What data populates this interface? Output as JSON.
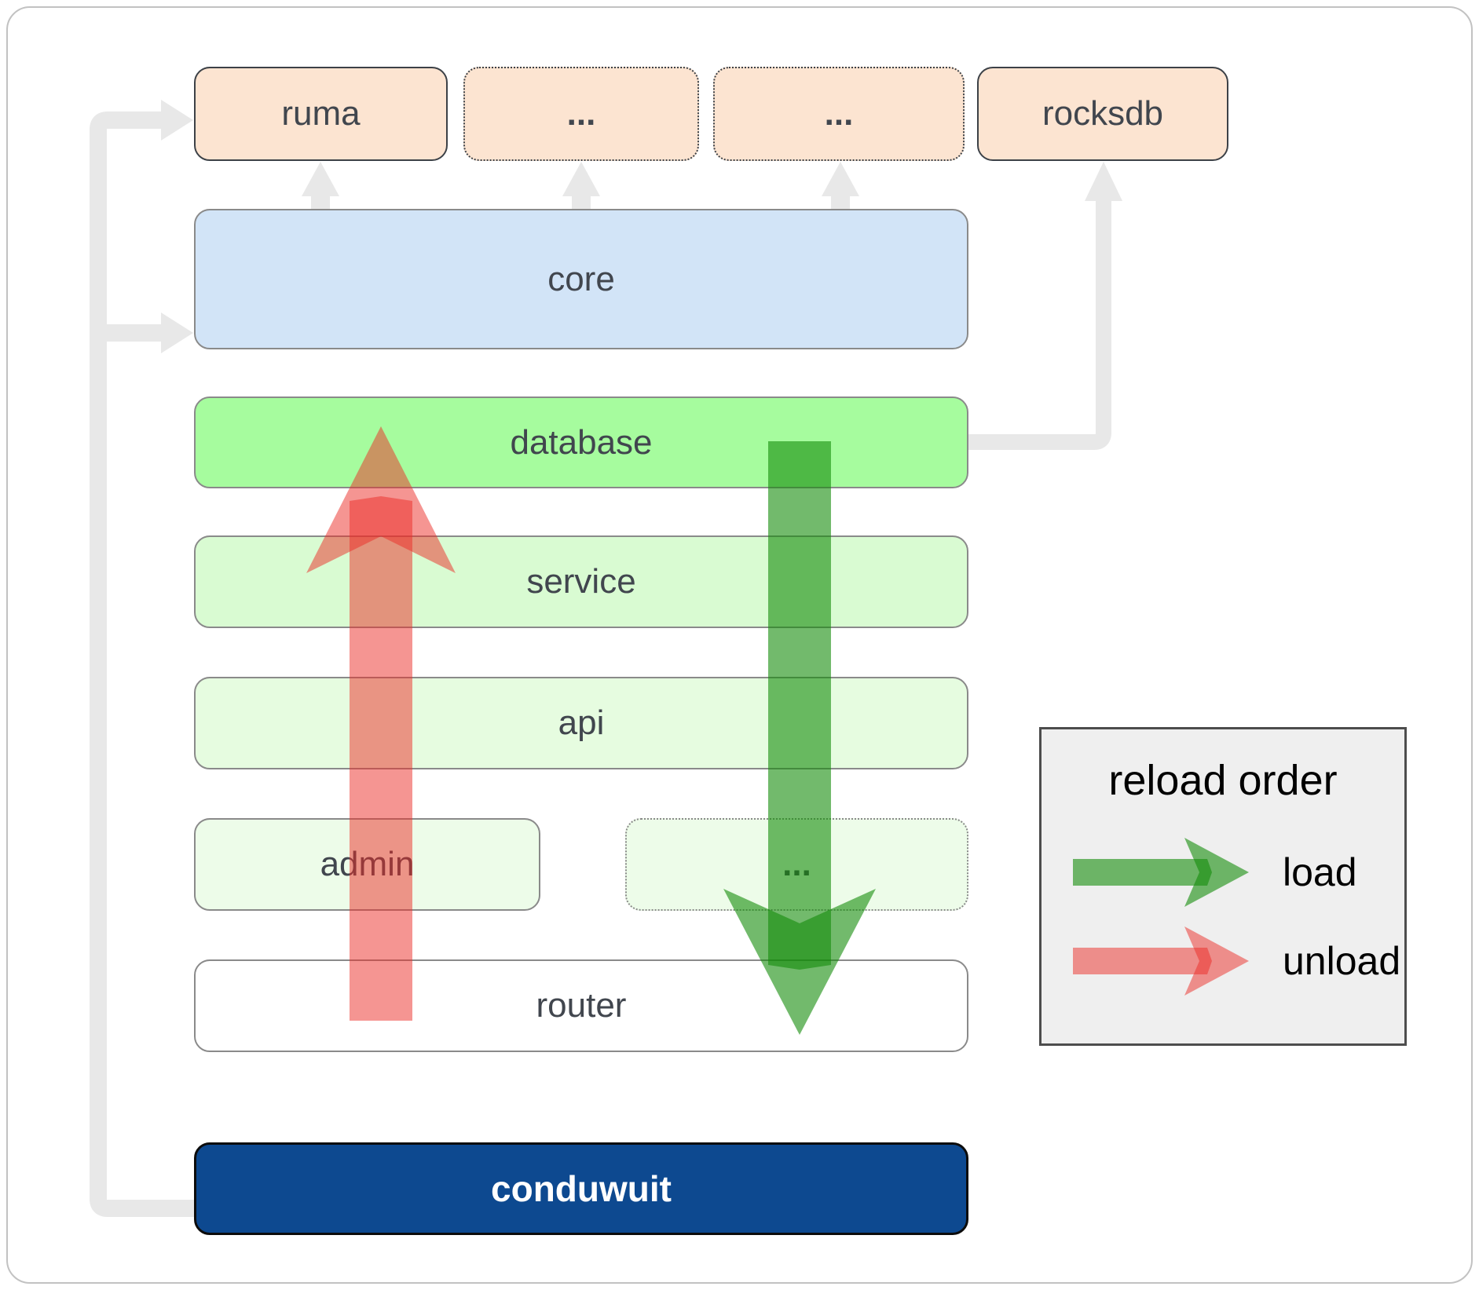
{
  "nodes": {
    "ruma": "ruma",
    "extra1": "...",
    "extra2": "...",
    "rocksdb": "rocksdb",
    "core": "core",
    "database": "database",
    "service": "service",
    "api": "api",
    "admin": "admin",
    "extra3": "...",
    "router": "router",
    "conduwuit": "conduwuit"
  },
  "legend": {
    "title": "reload order",
    "load": "load",
    "unload": "unload"
  },
  "colors": {
    "peach": "#fce4d1",
    "blue": "#d2e4f7",
    "green-bright": "#a6fc9e",
    "green-light": "#d9fbd2",
    "green-lighter": "#e6fce0",
    "green-faint": "#edfce9",
    "navy": "#0d4990",
    "connector": "#e8e8e8",
    "load-arrow": "#148c0a",
    "unload-arrow": "#ec2c26",
    "legend-bg": "#efefef",
    "box-border-dark": "#3c4147",
    "box-border-gray": "#8a8a8a",
    "label-text": "#41464e"
  }
}
